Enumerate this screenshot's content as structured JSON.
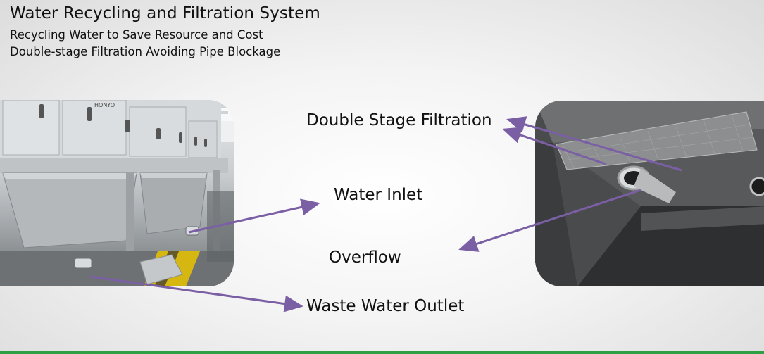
{
  "header": {
    "title": "Water Recycling and Filtration System",
    "subtitle_1": "Recycling Water to Save Resource and Cost",
    "subtitle_2": "Double-stage Filtration Avoiding Pipe Blockage"
  },
  "labels": {
    "double_stage": "Double Stage Filtration",
    "water_inlet": "Water Inlet",
    "overflow": "Overflow",
    "waste_outlet": "Waste Water Outlet"
  },
  "photos": {
    "left_brand": "HONYO"
  },
  "colors": {
    "arrow": "#7b5fa5",
    "accent_line": "#2ea043",
    "stainless": "#c9cdd0",
    "floor_stripe": "#e9c200"
  }
}
